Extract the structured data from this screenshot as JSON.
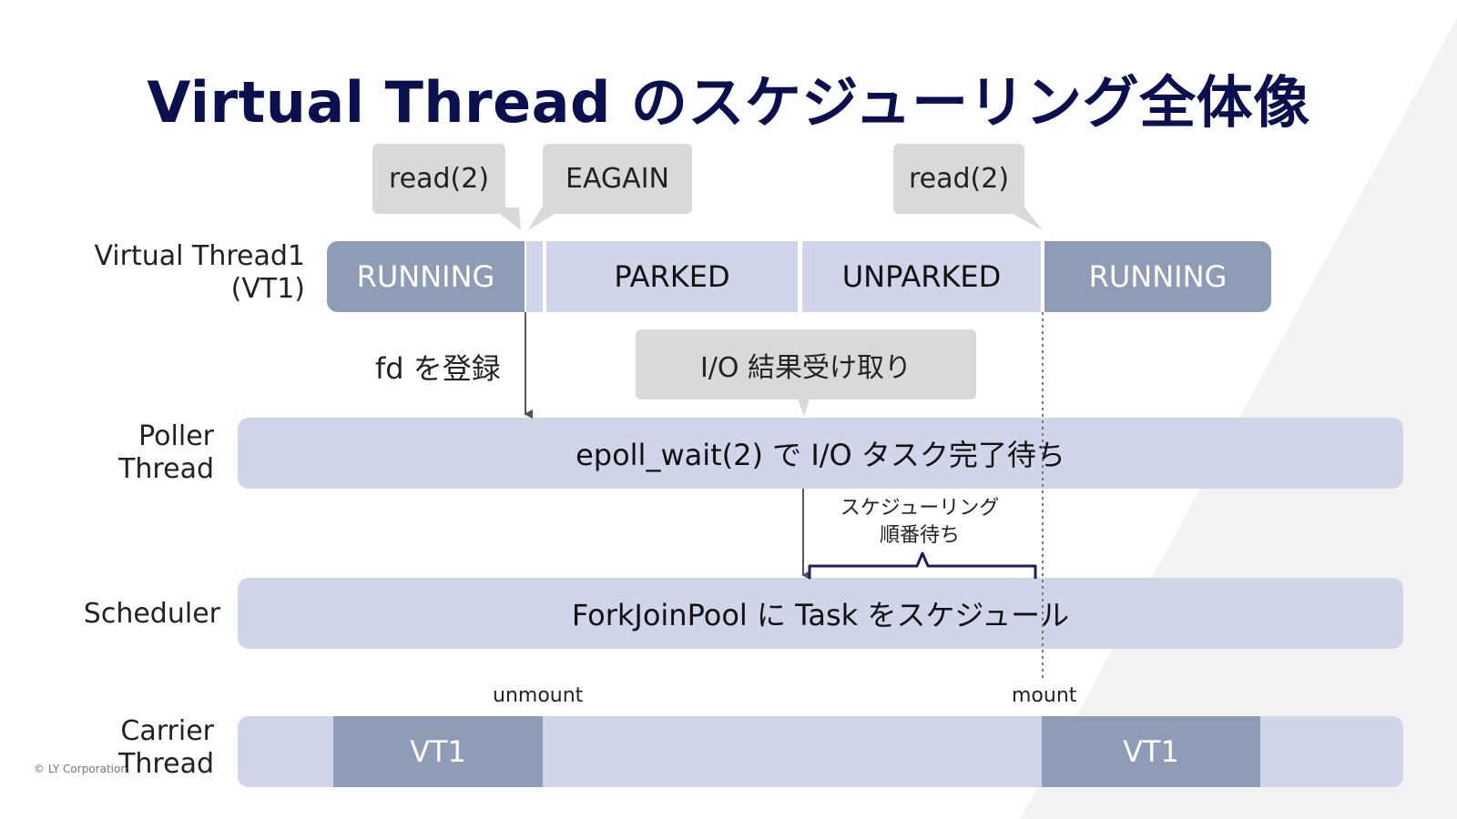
{
  "title": "Virtual Thread のスケジューリング全体像",
  "rows": {
    "vt1_line1": "Virtual Thread1",
    "vt1_line2": "(VT1)",
    "poller_line1": "Poller",
    "poller_line2": "Thread",
    "scheduler": "Scheduler",
    "carrier_line1": "Carrier",
    "carrier_line2": "Thread"
  },
  "vt1_states": [
    "RUNNING",
    "PARKED",
    "UNPARKED",
    "RUNNING"
  ],
  "callouts": {
    "read1": "read(2)",
    "eagain": "EAGAIN",
    "read2": "read(2)",
    "io_result": "I/O 結果受け取り"
  },
  "labels": {
    "fd_register": "fd を登録",
    "poller_bar": "epoll_wait(2) で I/O タスク完了待ち",
    "sched_wait_line1": "スケジューリング",
    "sched_wait_line2": "順番待ち",
    "scheduler_bar": "ForkJoinPool に Task をスケジュール",
    "unmount": "unmount",
    "mount": "mount"
  },
  "carrier_blocks": [
    "VT1",
    "VT1"
  ],
  "copyright": "© LY Corporation",
  "colors": {
    "title": "#0b0f4e",
    "dark_segment": "#8e9cb6",
    "light_segment": "#d0d5ea",
    "callout": "#d9d9d9",
    "brace": "#1a1f5e"
  }
}
